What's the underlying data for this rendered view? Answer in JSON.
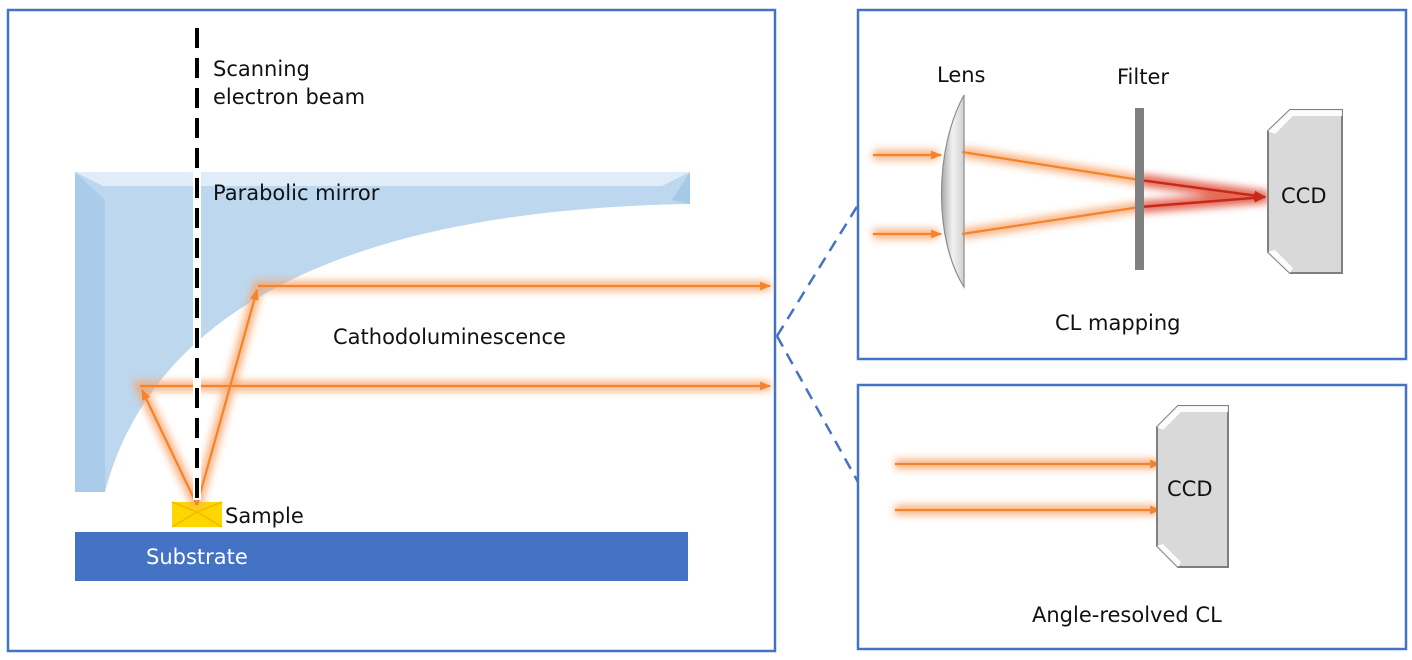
{
  "labels": {
    "beam_line1": "Scanning",
    "beam_line2": "electron beam",
    "mirror": "Parabolic mirror",
    "cl": "Cathodoluminescence",
    "sample": "Sample",
    "substrate": "Substrate",
    "lens": "Lens",
    "filter": "Filter",
    "ccd_top": "CCD",
    "cl_mapping": "CL mapping",
    "ccd_bottom": "CCD",
    "angle_resolved": "Angle-resolved CL"
  },
  "colors": {
    "panel_border": "#4472c4",
    "mirror": "#bdd7ee",
    "substrate": "#4472c4",
    "sample": "#ffd700",
    "light_ray": "#f4832a",
    "focused_ray": "#d62a1a",
    "ccd": "#d9d9d9",
    "filter": "#7f7f7f"
  }
}
